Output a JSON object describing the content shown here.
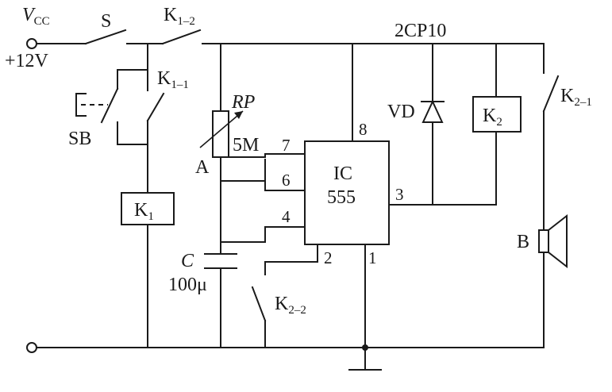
{
  "supply": {
    "vcc_main": "V",
    "vcc_sub": "CC",
    "voltage": "+12V"
  },
  "switches": {
    "s": "S",
    "k1_2_main": "K",
    "k1_2_sub": "1–2",
    "k1_1_main": "K",
    "k1_1_sub": "1–1",
    "sb": "SB",
    "k2_2_main": "K",
    "k2_2_sub": "2–2",
    "k2_1_main": "K",
    "k2_1_sub": "2–1"
  },
  "relays": {
    "k1_main": "K",
    "k1_sub": "1",
    "k2_main": "K",
    "k2_sub": "2"
  },
  "components": {
    "rp": "RP",
    "rp_value": "5M",
    "node_a": "A",
    "c": "C",
    "c_value": "100μ",
    "diode_part": "2CP10",
    "diode_ref": "VD",
    "buzzer": "B"
  },
  "ic": {
    "name": "IC",
    "type": "555",
    "pins": [
      "7",
      "6",
      "4",
      "2",
      "8",
      "3",
      "1"
    ]
  }
}
